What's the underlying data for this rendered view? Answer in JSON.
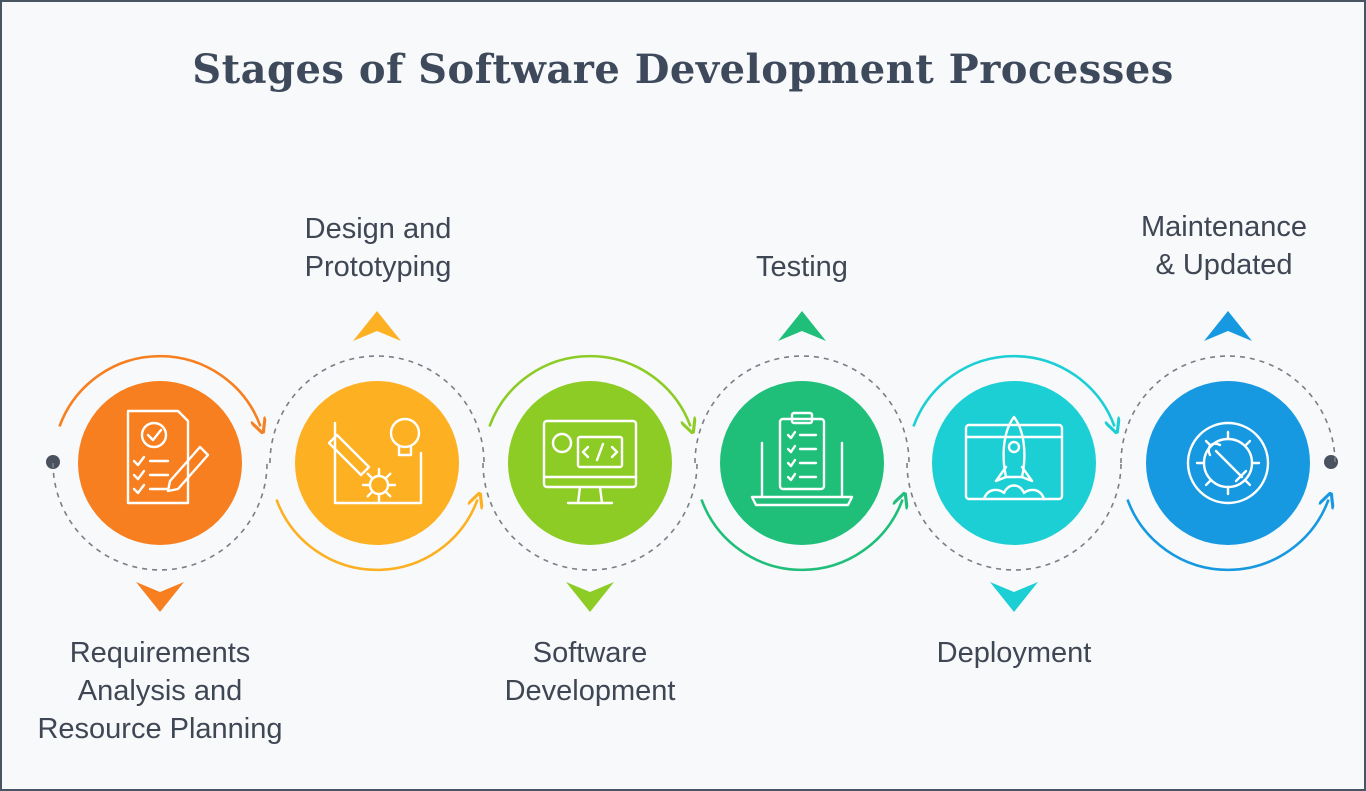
{
  "title": "Stages of Software Development Processes",
  "stages": [
    {
      "label_lines": [
        "Requirements",
        "Analysis and",
        "Resource Planning"
      ],
      "icon": "checklist-pencil-icon",
      "color": "#f77f1f",
      "label_position": "bottom"
    },
    {
      "label_lines": [
        "Design and",
        "Prototyping"
      ],
      "icon": "design-blueprint-icon",
      "color": "#fdb022",
      "label_position": "top"
    },
    {
      "label_lines": [
        "Software",
        "Development"
      ],
      "icon": "code-monitor-icon",
      "color": "#8dcc25",
      "label_position": "bottom"
    },
    {
      "label_lines": [
        "Testing"
      ],
      "icon": "clipboard-laptop-icon",
      "color": "#1fbf7a",
      "label_position": "top"
    },
    {
      "label_lines": [
        "Deployment"
      ],
      "icon": "rocket-launch-icon",
      "color": "#1ccfd4",
      "label_position": "bottom"
    },
    {
      "label_lines": [
        "Maintenance",
        "& Updated"
      ],
      "icon": "gear-wrench-icon",
      "color": "#1699e0",
      "label_position": "top"
    }
  ],
  "colors": {
    "title": "#3e4a5c",
    "text": "#3f4654",
    "dots": "#4a5260",
    "dashes": "#7a7f87"
  }
}
